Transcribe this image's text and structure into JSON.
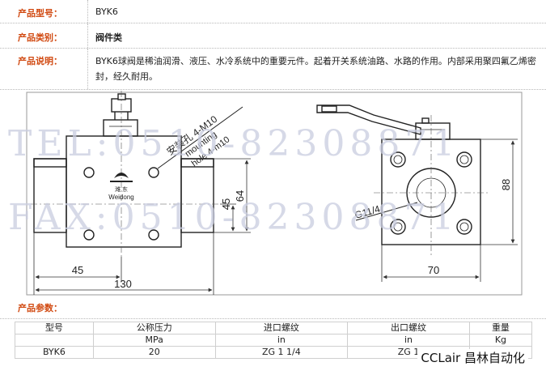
{
  "product": {
    "model_label": "产品型号：",
    "model_value": "BYK6",
    "category_label": "产品类别：",
    "category_value": "阀件类",
    "desc_label": "产品说明：",
    "desc_value": "BYK6球阀是稀油润滑、液压、水冷系统中的重要元件。起着开关系统油路、水路的作用。内部采用聚四氟乙烯密封，经久耐用。"
  },
  "watermark": {
    "line1": "TEL:0510-82308871",
    "line2": "FAX:0510-82308871"
  },
  "drawing": {
    "logo_cn": "潍  东",
    "logo_en": "Weidong",
    "mount_cn": "安装孔 4-M10",
    "mount_en1": "mounting",
    "mount_en2": "hole 4-m10",
    "dim_45_bottom": "45",
    "dim_130": "130",
    "dim_45_side": "45",
    "dim_64": "64",
    "thread": "G11/4",
    "dim_70": "70",
    "dim_88": "88"
  },
  "params": {
    "title": "产品参数：",
    "headers": [
      "型号",
      "公称压力",
      "进口螺纹",
      "出口螺纹",
      "重量"
    ],
    "units": [
      "",
      "MPa",
      "in",
      "in",
      "Kg"
    ],
    "rows": [
      [
        "BYK6",
        "20",
        "ZG 1 1/4",
        "ZG 1",
        ""
      ]
    ]
  },
  "brand": "CCLair 昌林自动化"
}
